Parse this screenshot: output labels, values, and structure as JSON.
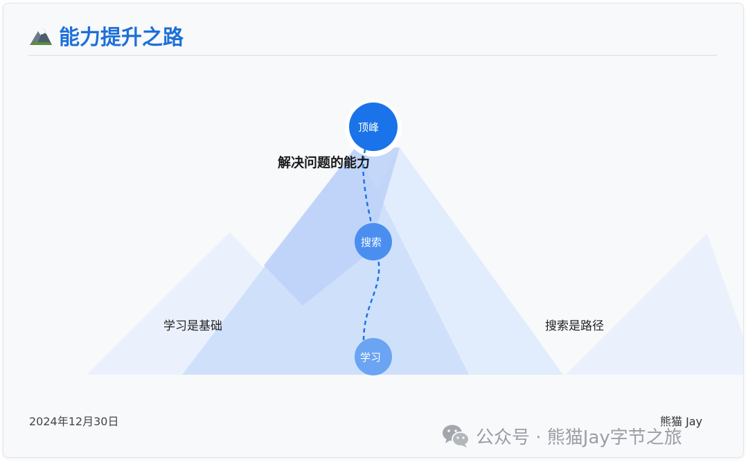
{
  "header": {
    "icon": "mountain-icon",
    "title": "能力提升之路"
  },
  "diagram": {
    "nodes": [
      {
        "label": "顶峰",
        "color": "#1a73e8"
      },
      {
        "label": "搜索",
        "color": "#4a8ef0"
      },
      {
        "label": "学习",
        "color": "#6aa4f3"
      }
    ],
    "peak_caption": "解决问题的能力",
    "left_caption": "学习是基础",
    "right_caption": "搜索是路径",
    "path_color": "#1a73e8"
  },
  "footer": {
    "date": "2024年12月30日",
    "author": "熊猫 Jay"
  },
  "watermark": {
    "icon": "wechat-icon",
    "text": "公众号 · 熊猫Jay字节之旅"
  }
}
